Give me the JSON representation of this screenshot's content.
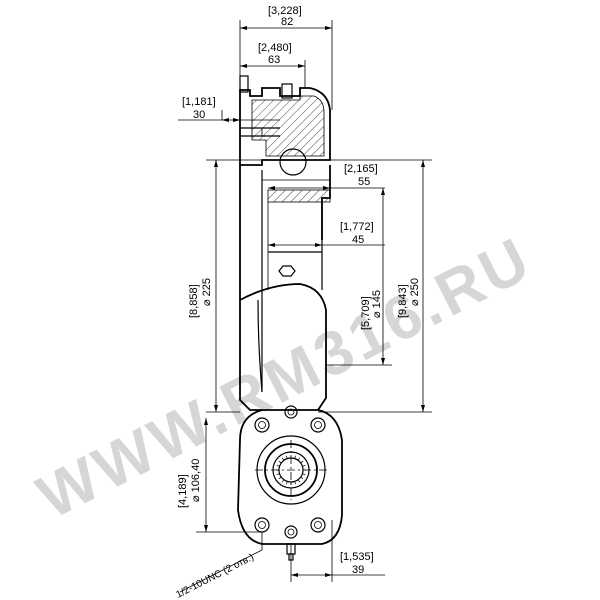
{
  "watermark": "WWW.RM316.RU",
  "dimensions": {
    "overall_width": {
      "inch": "[3,228]",
      "mm": "82"
    },
    "inner_width": {
      "inch": "[2,480]",
      "mm": "63"
    },
    "flange_offset": {
      "inch": "[1,181]",
      "mm": "30"
    },
    "hub_width": {
      "inch": "[2,165]",
      "mm": "55"
    },
    "shaft_offset": {
      "inch": "[1,772]",
      "mm": "45"
    },
    "pitch_diameter": {
      "inch": "[8,858]",
      "mm": "⌀ 225"
    },
    "inner_diameter": {
      "inch": "[5,709]",
      "mm": "⌀ 145"
    },
    "outer_diameter": {
      "inch": "[9,843]",
      "mm": "⌀ 250"
    },
    "mount_diameter": {
      "inch": "[4,189]",
      "mm": "⌀ 106,40"
    },
    "bottom_offset": {
      "inch": "[1,535]",
      "mm": "39"
    }
  },
  "thread_callout": "1/2-10UNC (2 отв.)"
}
